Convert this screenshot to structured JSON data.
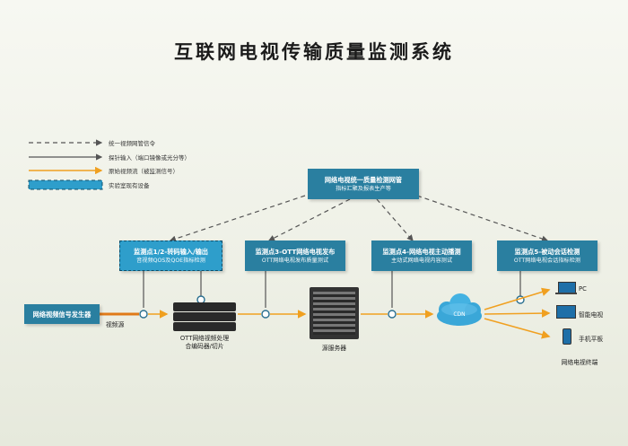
{
  "title": "互联网电视传输质量监测系统",
  "legend": [
    {
      "icon": "dashed-arrow",
      "label": "统一视频网管信令"
    },
    {
      "icon": "solid-arrow",
      "label": "探针输入（端口镜像或光分等）"
    },
    {
      "icon": "orange-arrow",
      "label": "原始视频流（被监测信号）"
    },
    {
      "icon": "lab-box",
      "label": "实验室现有设备"
    }
  ],
  "nms": {
    "title": "网络电视统一质量检测网管",
    "subtitle": "指标汇聚及报表生产等"
  },
  "probes": [
    {
      "title": "监测点1/2-转码输入/输出",
      "subtitle": "音视频QOS及QOE指标检测",
      "lab": true
    },
    {
      "title": "监测点3-OTT网络电视发布",
      "subtitle": "OTT网络电视发布质量测试",
      "lab": false
    },
    {
      "title": "监测点4-网络电视主动播测",
      "subtitle": "主动式网络电视内容测试",
      "lab": false
    },
    {
      "title": "监测点5-被动会话检测",
      "subtitle": "OTT网络电视会话指标检测",
      "lab": false
    }
  ],
  "generator": {
    "title": "网络视频信号发生器"
  },
  "labels": {
    "video_source": "视频源",
    "ott_processing_1": "OTT网络视频处理",
    "ott_processing_2": "合编码器/切片",
    "source_server": "源服务器",
    "cdn": "CDN",
    "terminals": "网络电视终端"
  },
  "devices": [
    {
      "icon": "laptop-icon",
      "label": "PC"
    },
    {
      "icon": "tv-icon",
      "label": "智能电视"
    },
    {
      "icon": "phone-icon",
      "label": "手机平板"
    }
  ],
  "colors": {
    "box": "#2a7fa0",
    "lab_box": "#2e9ecb",
    "stream": "#f0a020",
    "signal": "#555555"
  }
}
